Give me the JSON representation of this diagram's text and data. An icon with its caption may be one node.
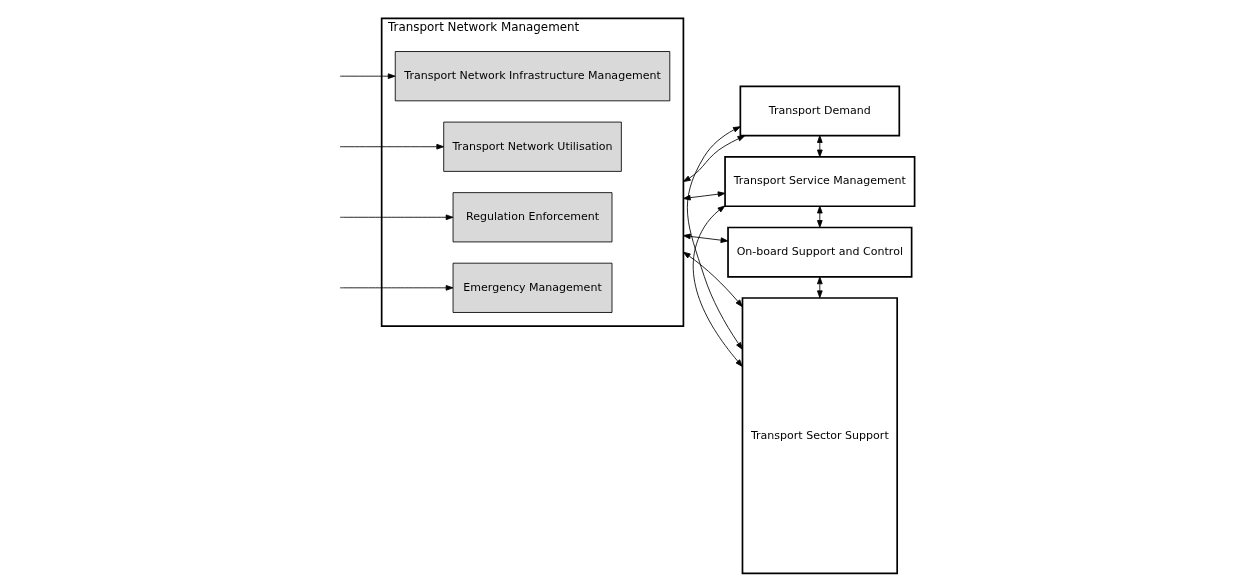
{
  "diagram": {
    "nodes": [
      {
        "text": [
          "Transport Network Management"
        ]
      },
      {
        "text": [
          "Transport Network Infrastructure Management"
        ],
        "in": 0
      },
      {
        "text": [
          "Transport Network Utilisation"
        ],
        "in": 0
      },
      {
        "text": [
          "Regulation Enforcement"
        ],
        "in": 0
      },
      {
        "text": [
          "Emergency Management"
        ],
        "in": 0
      },
      {
        "text": [
          "Transport Demand"
        ]
      },
      {
        "text": [
          "Transport Service Management"
        ]
      },
      {
        "text": [
          "On-board Support and Control"
        ]
      },
      {
        "text": [
          "Transport Sector Support"
        ]
      }
    ],
    "edges": [
      {
        "from": null,
        "to": 1,
        "arrow": "to"
      },
      {
        "from": null,
        "to": 2,
        "arrow": "to"
      },
      {
        "from": null,
        "to": 3,
        "arrow": "to"
      },
      {
        "from": null,
        "to": 4,
        "arrow": "to"
      },
      {
        "from": 0,
        "to": 5,
        "arrow": "both"
      },
      {
        "from": 5,
        "to": 8,
        "arrow": "both"
      },
      {
        "from": 5,
        "to": 6,
        "arrow": "both"
      },
      {
        "from": 0,
        "to": 6,
        "arrow": "both"
      },
      {
        "from": 6,
        "to": 8,
        "arrow": "both"
      },
      {
        "from": 6,
        "to": 7,
        "arrow": "both"
      },
      {
        "from": 0,
        "to": 7,
        "arrow": "both"
      },
      {
        "from": 7,
        "to": 8,
        "arrow": "both"
      },
      {
        "from": 0,
        "to": 8,
        "arrow": "both"
      }
    ]
  }
}
